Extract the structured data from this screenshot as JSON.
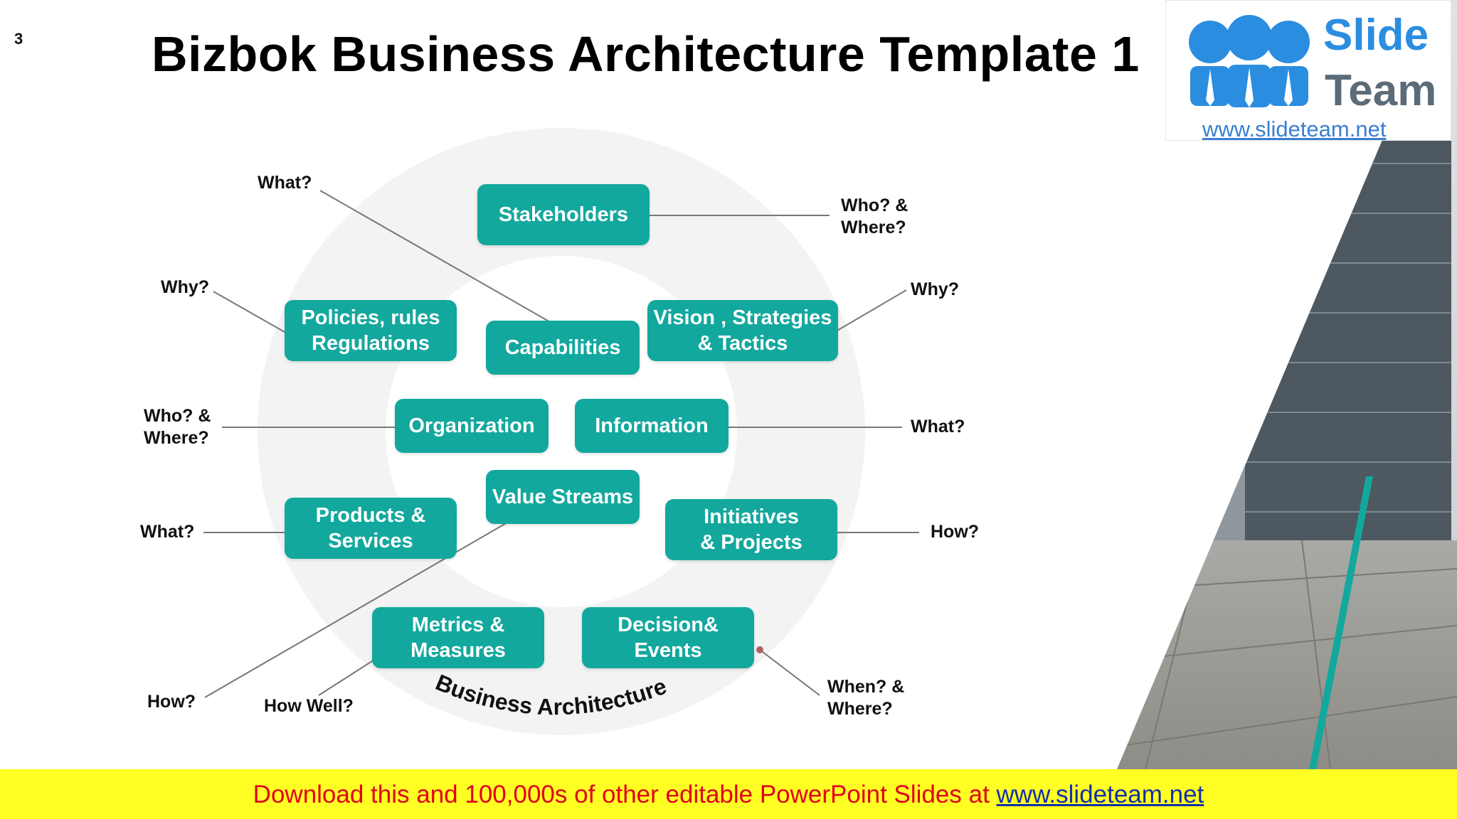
{
  "slide_number": "3",
  "title": "Bizbok Business Architecture Template 1",
  "logo": {
    "line1": "Slide",
    "line2": "Team",
    "url": "www.slideteam.net"
  },
  "diagram": {
    "ring_label": "Business Architecture",
    "boxes": {
      "stakeholders": "Stakeholders",
      "policies_l1": "Policies, rules",
      "policies_l2": "Regulations",
      "capabilities": "Capabilities",
      "vision_l1": "Vision , Strategies",
      "vision_l2": "& Tactics",
      "organization": "Organization",
      "information": "Information",
      "value_streams": "Value Streams",
      "products_l1": "Products &",
      "products_l2": "Services",
      "initiatives_l1": "Initiatives",
      "initiatives_l2": "& Projects",
      "metrics_l1": "Metrics &",
      "metrics_l2": "Measures",
      "decision_l1": "Decision&",
      "decision_l2": "Events"
    },
    "questions": {
      "what_top": "What?",
      "who_where_top_l1": "Who? &",
      "who_where_top_l2": "Where?",
      "why_left": "Why?",
      "why_right": "Why?",
      "who_where_left_l1": "Who? &",
      "who_where_left_l2": "Where?",
      "what_right": "What?",
      "what_left": "What?",
      "how_right": "How?",
      "how_bottom": "How?",
      "how_well": "How Well?",
      "when_where_l1": "When? &",
      "when_where_l2": "Where?"
    },
    "colors": {
      "box": "#13a89e",
      "ring": "#f3f3f3",
      "connector": "#777777"
    }
  },
  "footer": {
    "text": "Download this and 100,000s of other editable PowerPoint Slides at ",
    "link": "www.slideteam.net"
  }
}
